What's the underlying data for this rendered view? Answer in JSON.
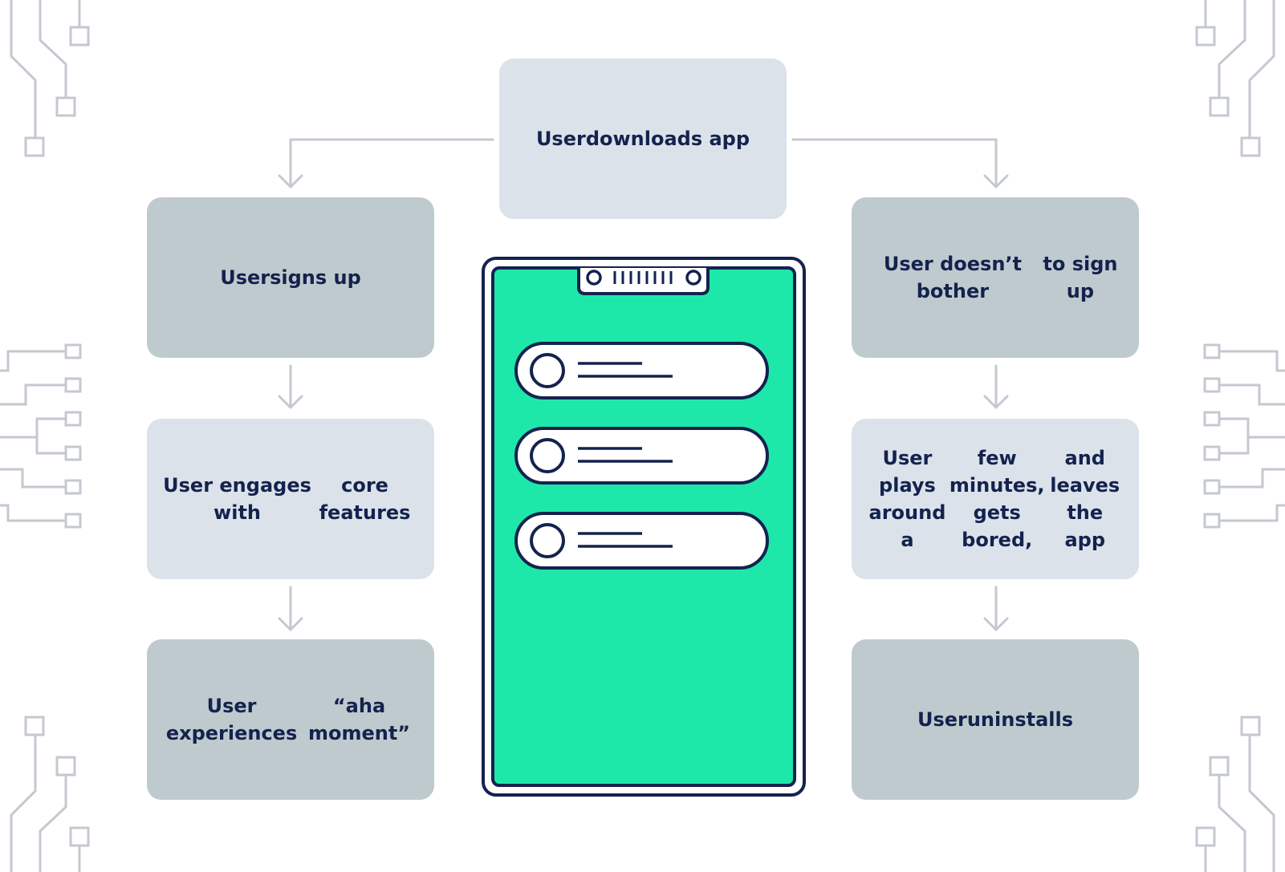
{
  "colors": {
    "light_box": "#dbe2ea",
    "dark_box": "#bfcace",
    "text": "#14224e",
    "connector": "#c4c8d0",
    "phone_screen": "#1ee8a9",
    "phone_outline": "#14224e"
  },
  "nodes": {
    "top": "User\ndownloads app",
    "left": {
      "signs_up": "User\nsigns up",
      "engages": "User engages with\ncore features",
      "aha": "User experiences\n“aha moment”"
    },
    "right": {
      "no_signup": "User doesn’t bother\nto sign up",
      "bored": "User plays around a\nfew minutes, gets bored,\nand leaves the app",
      "uninstalls": "User\nuninstalls"
    }
  },
  "phone": {
    "list_items": 3
  }
}
